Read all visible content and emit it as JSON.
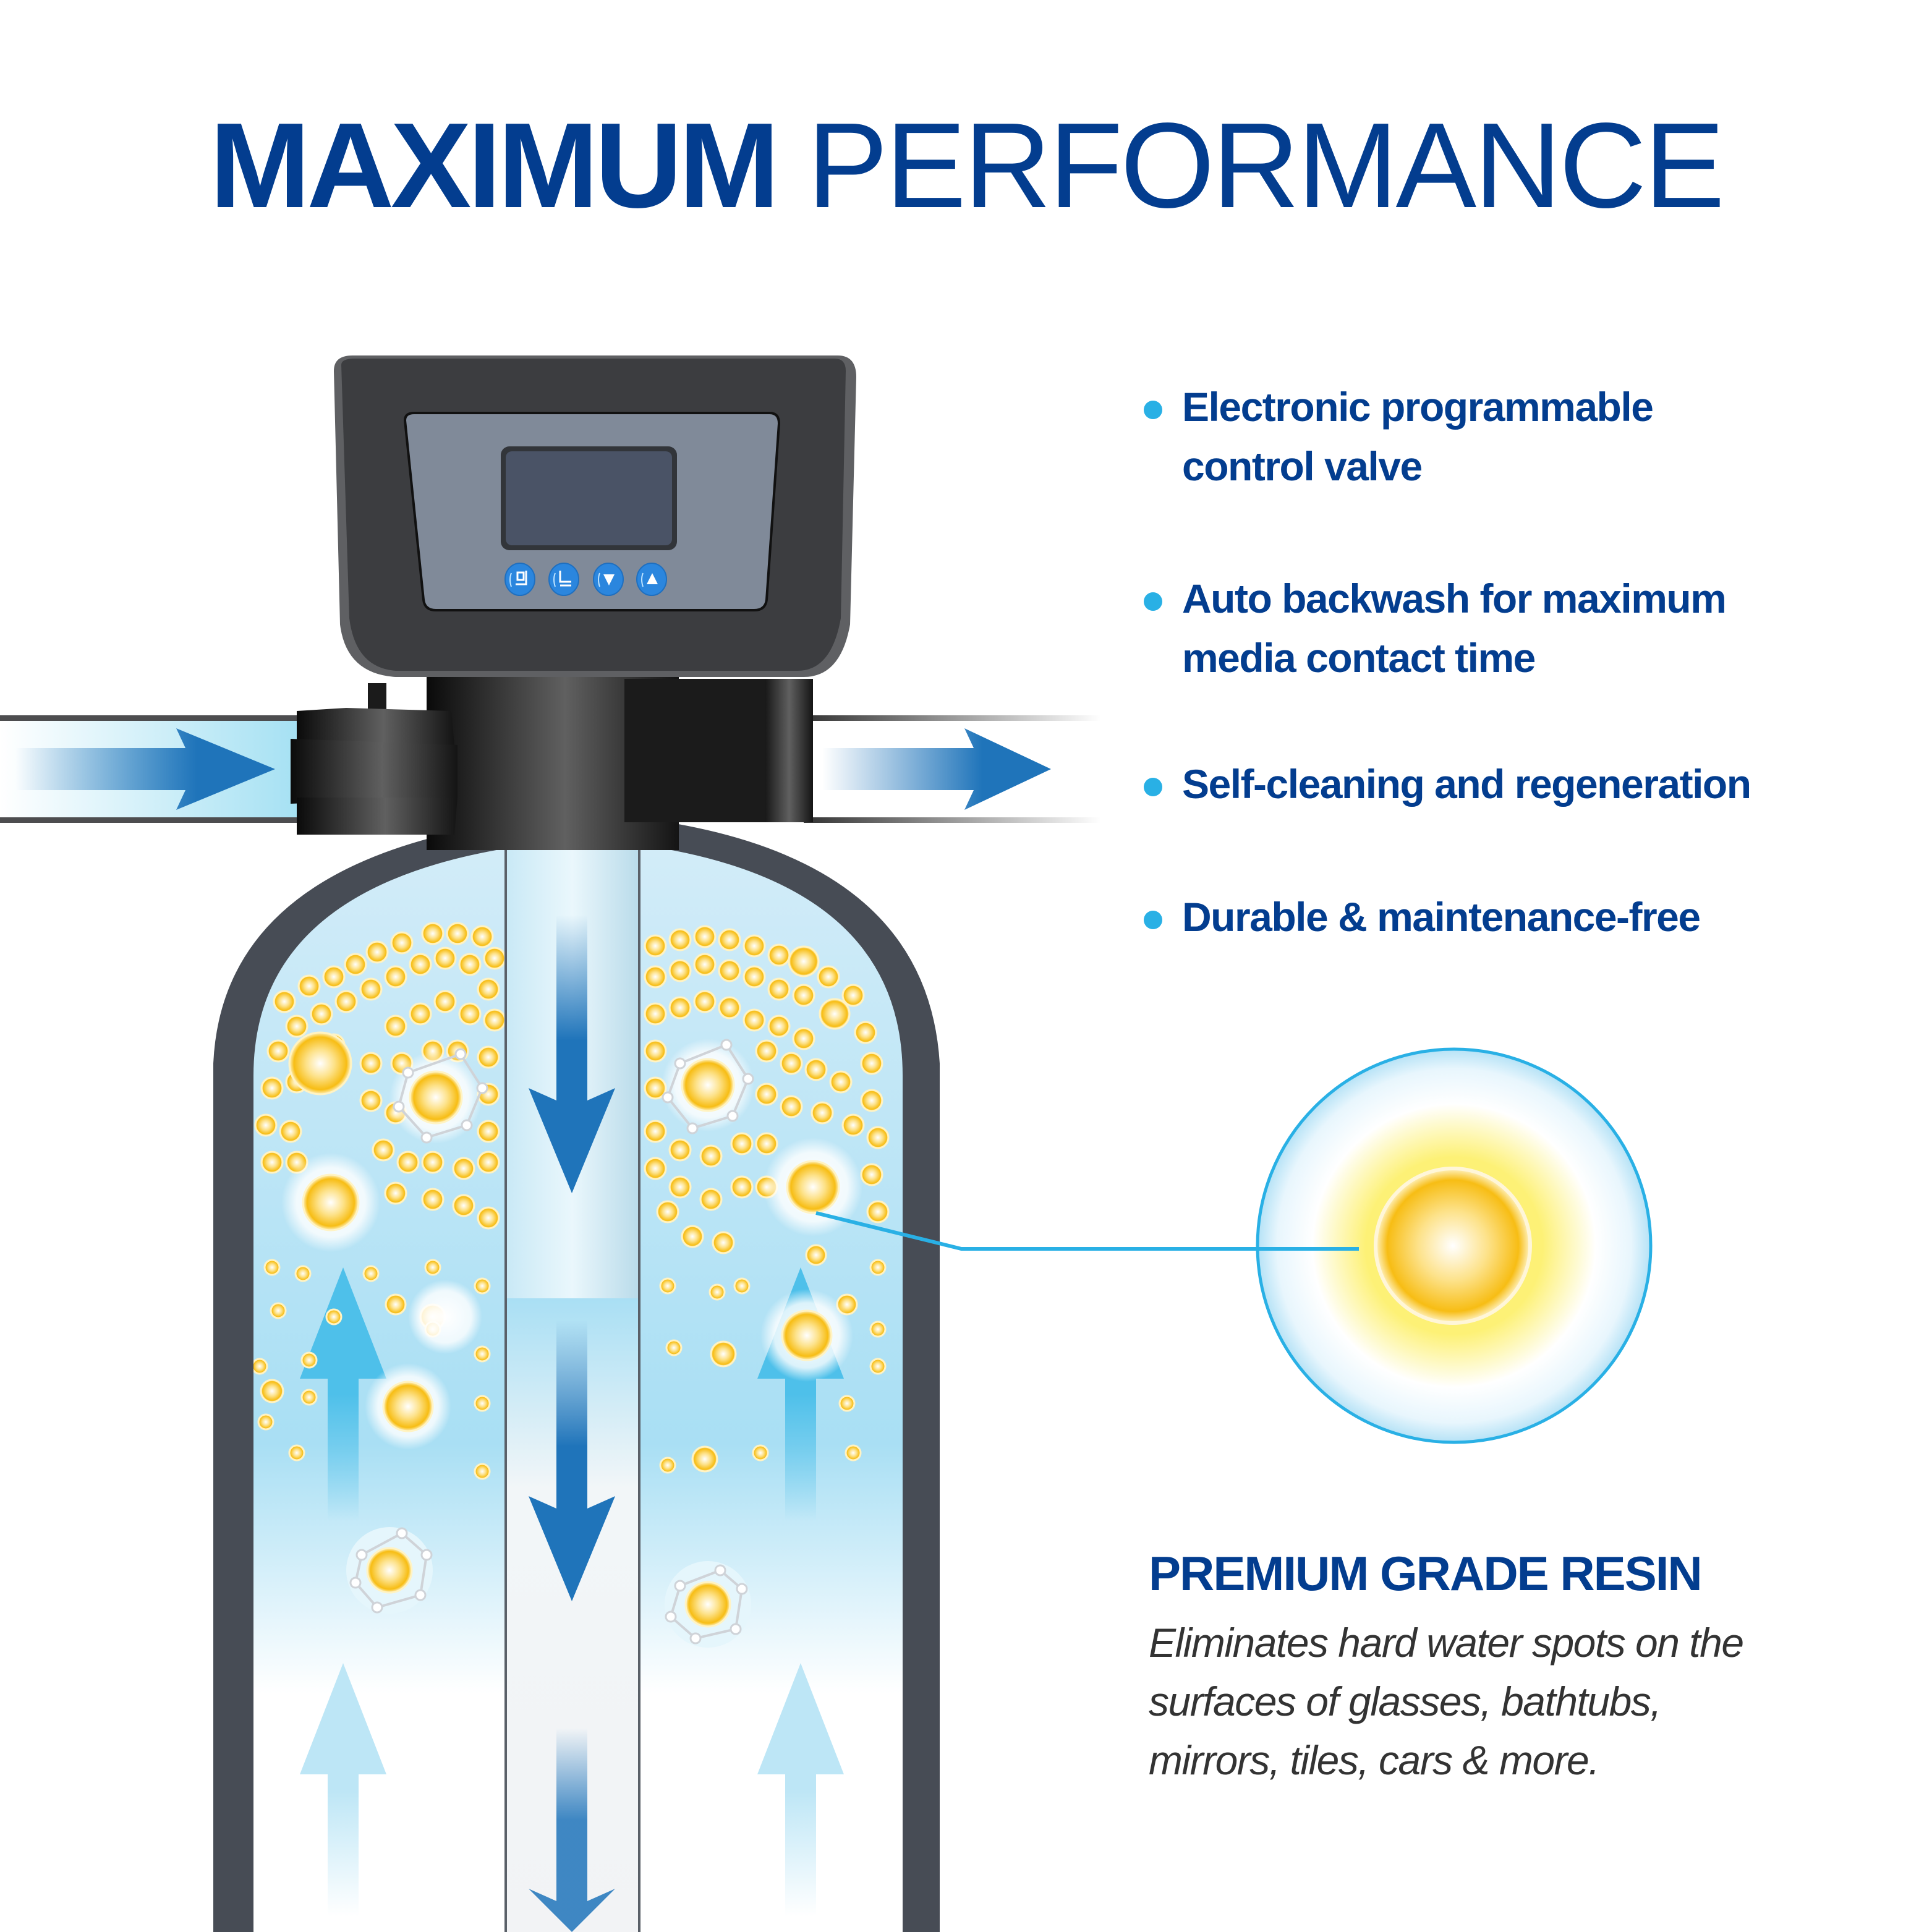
{
  "header": {
    "title_bold": "MAXIMUM",
    "title_light": " PERFORMANCE"
  },
  "features": [
    {
      "label": "Electronic programmable control valve",
      "line1": "Electronic programmable",
      "line2": "control valve"
    },
    {
      "label": "Auto backwash for maximum media contact time",
      "line1": "Auto backwash for maximum",
      "line2": "media contact time"
    },
    {
      "label": "Self-cleaning and regeneration"
    },
    {
      "label": "Durable & maintenance-free"
    }
  ],
  "resin_callout": {
    "title": "PREMIUM GRADE RESIN",
    "description": "Eliminates hard water spots on the surfaces of glasses, bathtubs, mirrors, tiles, cars & more."
  },
  "control_valve": {
    "buttons": [
      {
        "icon": "menu-square-icon"
      },
      {
        "icon": "enter-corner-icon"
      },
      {
        "icon": "arrow-down-icon"
      },
      {
        "icon": "arrow-up-icon"
      }
    ]
  },
  "colors": {
    "brand_navy": "#033d8f",
    "bullet_cyan": "#29b0e5",
    "arrow_blue": "#1f74ba",
    "valve_body": "#3c3d40",
    "panel_gray": "#808a99",
    "screen": "#4a5366",
    "button_blue": "#2b86de",
    "tank_wall": "#474c55",
    "resin_gold": "#f7bd14",
    "body_text": "#333333"
  }
}
